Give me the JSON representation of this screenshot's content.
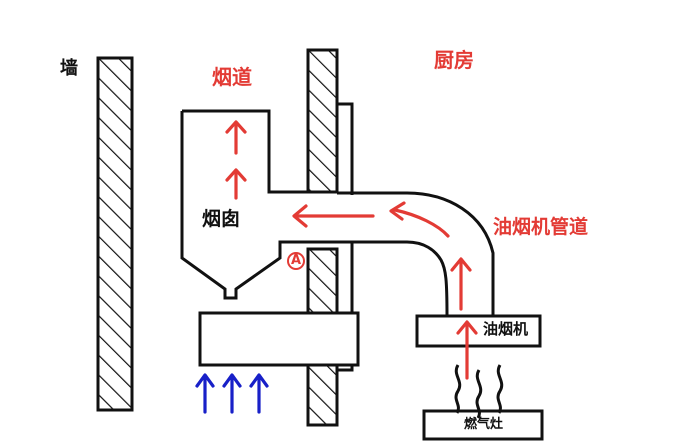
{
  "diagram": {
    "labels": {
      "wall": "墙",
      "flue": "烟道",
      "kitchen": "厨房",
      "chimney": "烟囱",
      "hood_duct": "油烟机管道",
      "range_hood": "油烟机",
      "stove": "燃气灶",
      "marker": "A"
    },
    "icons": {
      "airflow_arrow": "arrow-icon",
      "intake_arrow": "arrow-up-icon",
      "heat_wave": "wave-icon"
    },
    "colors": {
      "line": "#111111",
      "airflow": "#e33b35",
      "intake": "#1820c8",
      "accent_text": "#e33b35"
    }
  }
}
